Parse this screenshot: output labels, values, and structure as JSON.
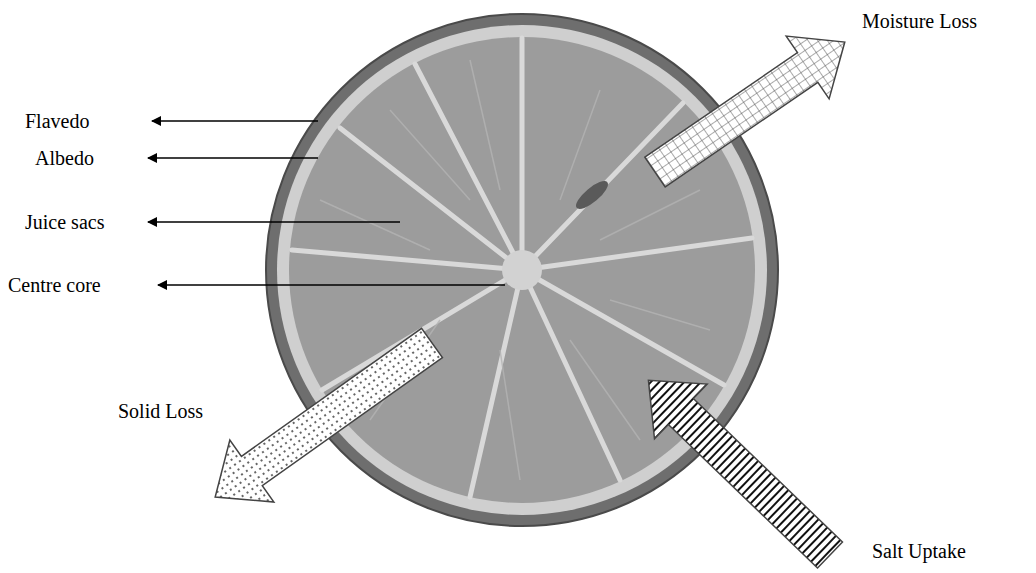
{
  "diagram": {
    "labels": [
      "Flavedo",
      "Albedo",
      "Juice sacs",
      "Centre core",
      "Moisture Loss",
      "Solid Loss",
      "Salt Uptake"
    ]
  }
}
